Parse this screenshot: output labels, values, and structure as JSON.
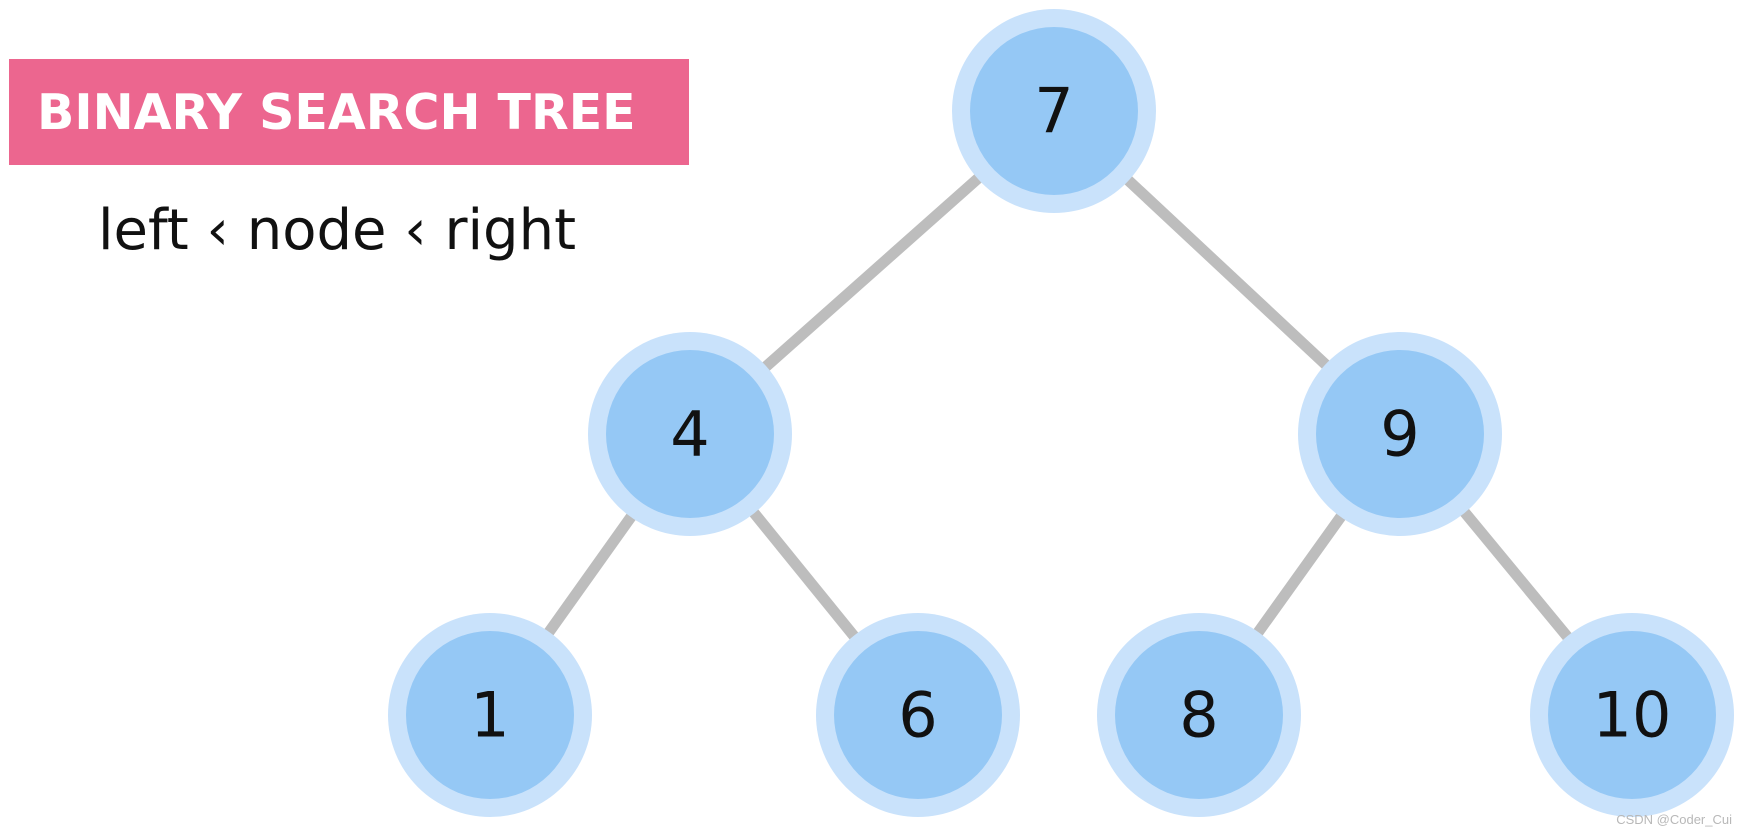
{
  "title": "BINARY SEARCH TREE",
  "rule": "left ‹ node ‹ right",
  "watermark": "CSDN @Coder_Cui",
  "colors": {
    "banner": "#ec668f",
    "node_fill": "#95c8f5",
    "node_ring": "#c9e2fb",
    "edge": "#bdbdbd",
    "text": "#111111"
  },
  "tree": {
    "nodes": [
      {
        "id": "n7",
        "label": "7"
      },
      {
        "id": "n4",
        "label": "4"
      },
      {
        "id": "n9",
        "label": "9"
      },
      {
        "id": "n1",
        "label": "1"
      },
      {
        "id": "n6",
        "label": "6"
      },
      {
        "id": "n8",
        "label": "8"
      },
      {
        "id": "n10",
        "label": "10"
      }
    ],
    "edges": [
      {
        "from": "n7",
        "to": "n4"
      },
      {
        "from": "n7",
        "to": "n9"
      },
      {
        "from": "n4",
        "to": "n1"
      },
      {
        "from": "n4",
        "to": "n6"
      },
      {
        "from": "n9",
        "to": "n8"
      },
      {
        "from": "n9",
        "to": "n10"
      }
    ]
  }
}
